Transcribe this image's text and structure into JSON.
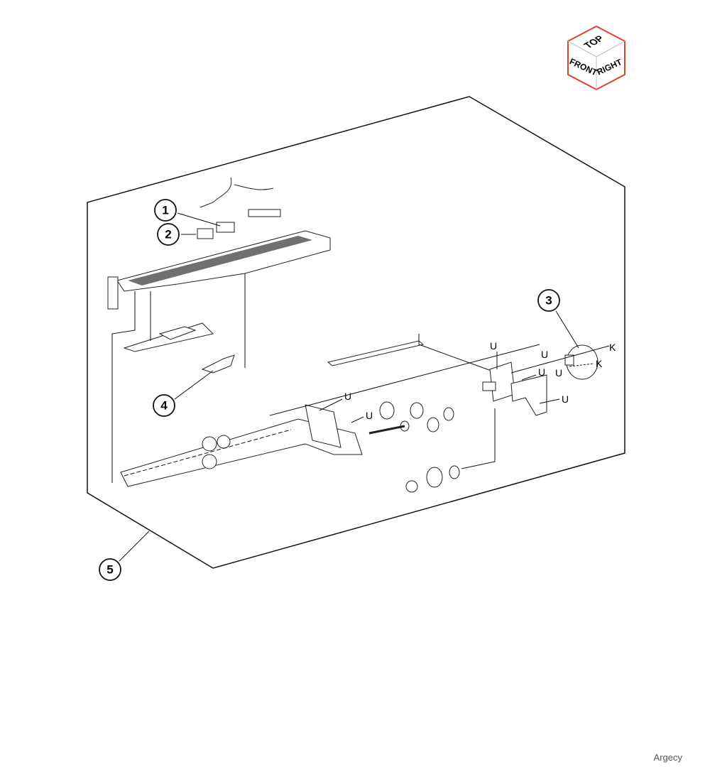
{
  "orientation_cube": {
    "top": "TOP",
    "front": "FRONT",
    "right": "RIGHT",
    "edge_color": "#d9472b"
  },
  "callouts": [
    "1",
    "2",
    "3",
    "4",
    "5"
  ],
  "connector_labels": {
    "u": "U",
    "k": "K"
  },
  "watermark": "Argecy"
}
